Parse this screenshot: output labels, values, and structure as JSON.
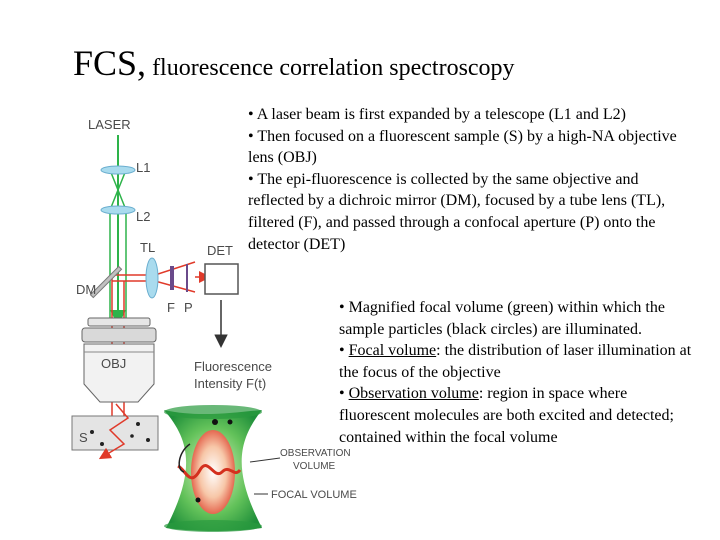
{
  "title": {
    "main": "FCS,",
    "sub": " fluorescence correlation spectroscopy"
  },
  "text_block_1": [
    "• A laser beam is first expanded by a telescope (L1 and L2)",
    "• Then focused on a fluorescent sample (S) by a high-NA objective lens (OBJ)",
    "• The epi-fluorescence is collected by the same objective and reflected by a dichroic mirror (DM), focused by a tube lens (TL), filtered (F), and passed through a confocal aperture (P) onto the detector (DET)"
  ],
  "text_block_2": {
    "b1": "• Magnified focal volume (green) within which the sample particles (black circles) are illuminated.",
    "b2_bullet": "• ",
    "b2_term": "Focal volume",
    "b2_rest": ": the distribution of laser illumination at the focus of the objective",
    "b3_bullet": "• ",
    "b3_term": "Observation volume",
    "b3_rest": ": region in space where fluorescent molecules are both excited and detected; contained within the focal volume"
  },
  "diagram": {
    "laser": "LASER",
    "l1": "L1",
    "l2": "L2",
    "tl": "TL",
    "det": "DET",
    "dm": "DM",
    "f": "F",
    "p": "P",
    "obj": "OBJ",
    "s": "S",
    "fluor_line1": "Fluorescence",
    "fluor_line2": "Intensity F(t)",
    "obs_line1": "OBSERVATION",
    "obs_line2": "VOLUME",
    "focal": "FOCAL VOLUME",
    "colors": {
      "laser_green": "#2db34a",
      "emission_red": "#e03a2a",
      "lens_blue": "#a9dbee",
      "volume_green": "#3cb54a"
    }
  }
}
